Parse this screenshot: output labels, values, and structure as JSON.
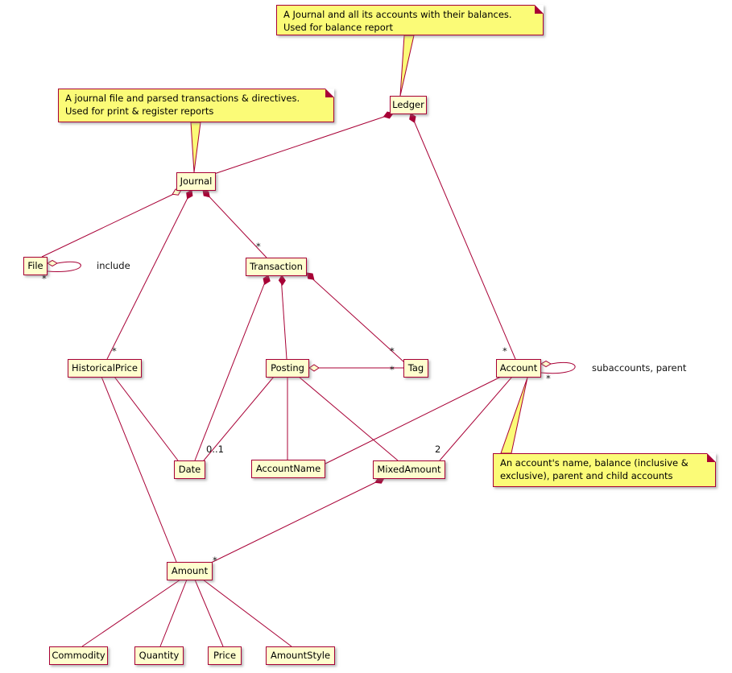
{
  "diagram_type": "uml-class-diagram",
  "colors": {
    "class_background": "#FEFECE",
    "note_background": "#FBFB77",
    "border_and_line": "#A80036",
    "text": "#000000"
  },
  "classes": {
    "ledger": "Ledger",
    "journal": "Journal",
    "file": "File",
    "transaction": "Transaction",
    "historical_price": "HistoricalPrice",
    "posting": "Posting",
    "tag": "Tag",
    "account": "Account",
    "date": "Date",
    "account_name": "AccountName",
    "mixed_amount": "MixedAmount",
    "amount": "Amount",
    "commodity": "Commodity",
    "quantity": "Quantity",
    "price": "Price",
    "amount_style": "AmountStyle"
  },
  "notes": {
    "ledger_line1": "A Journal and all its accounts with their balances.",
    "ledger_line2": "Used for balance report",
    "journal_line1": "A journal file and parsed transactions & directives.",
    "journal_line2": "Used for print & register reports",
    "account_line1": "An account's name, balance (inclusive &",
    "account_line2": "exclusive), parent and child accounts"
  },
  "labels": {
    "include": "include",
    "subaccounts": "subaccounts, parent",
    "zero_or_one": "0..1",
    "two": "2",
    "many": "*"
  },
  "edges": [
    {
      "from": "Ledger",
      "to": "Journal",
      "type": "composition"
    },
    {
      "from": "Ledger",
      "to": "Account",
      "type": "composition",
      "to_multiplicity": "*"
    },
    {
      "from": "Journal",
      "to": "File",
      "type": "aggregation"
    },
    {
      "from": "File",
      "to": "File",
      "type": "aggregation",
      "label": "include",
      "to_multiplicity": "*"
    },
    {
      "from": "Journal",
      "to": "Transaction",
      "type": "composition",
      "to_multiplicity": "*"
    },
    {
      "from": "Journal",
      "to": "HistoricalPrice",
      "type": "composition",
      "to_multiplicity": "*"
    },
    {
      "from": "Transaction",
      "to": "Date",
      "type": "composition"
    },
    {
      "from": "Transaction",
      "to": "Posting",
      "type": "composition"
    },
    {
      "from": "Transaction",
      "to": "Tag",
      "type": "composition",
      "to_multiplicity": "*"
    },
    {
      "from": "Posting",
      "to": "Tag",
      "type": "aggregation",
      "to_multiplicity": "*"
    },
    {
      "from": "Posting",
      "to": "Date",
      "type": "association",
      "label": "0..1"
    },
    {
      "from": "Posting",
      "to": "AccountName",
      "type": "association"
    },
    {
      "from": "Posting",
      "to": "MixedAmount",
      "type": "association"
    },
    {
      "from": "Account",
      "to": "Account",
      "type": "aggregation",
      "label": "subaccounts, parent",
      "to_multiplicity": "*"
    },
    {
      "from": "Account",
      "to": "AccountName",
      "type": "association"
    },
    {
      "from": "Account",
      "to": "MixedAmount",
      "type": "association",
      "label": "2"
    },
    {
      "from": "HistoricalPrice",
      "to": "Date",
      "type": "association"
    },
    {
      "from": "HistoricalPrice",
      "to": "Amount",
      "type": "association"
    },
    {
      "from": "MixedAmount",
      "to": "Amount",
      "type": "composition",
      "to_multiplicity": "*"
    },
    {
      "from": "Amount",
      "to": "Commodity",
      "type": "association"
    },
    {
      "from": "Amount",
      "to": "Quantity",
      "type": "association"
    },
    {
      "from": "Amount",
      "to": "Price",
      "type": "association"
    },
    {
      "from": "Amount",
      "to": "AmountStyle",
      "type": "association"
    },
    {
      "from": "note-ledger",
      "to": "Ledger",
      "type": "note-link"
    },
    {
      "from": "note-journal",
      "to": "Journal",
      "type": "note-link"
    },
    {
      "from": "note-account",
      "to": "Account",
      "type": "note-link"
    }
  ]
}
